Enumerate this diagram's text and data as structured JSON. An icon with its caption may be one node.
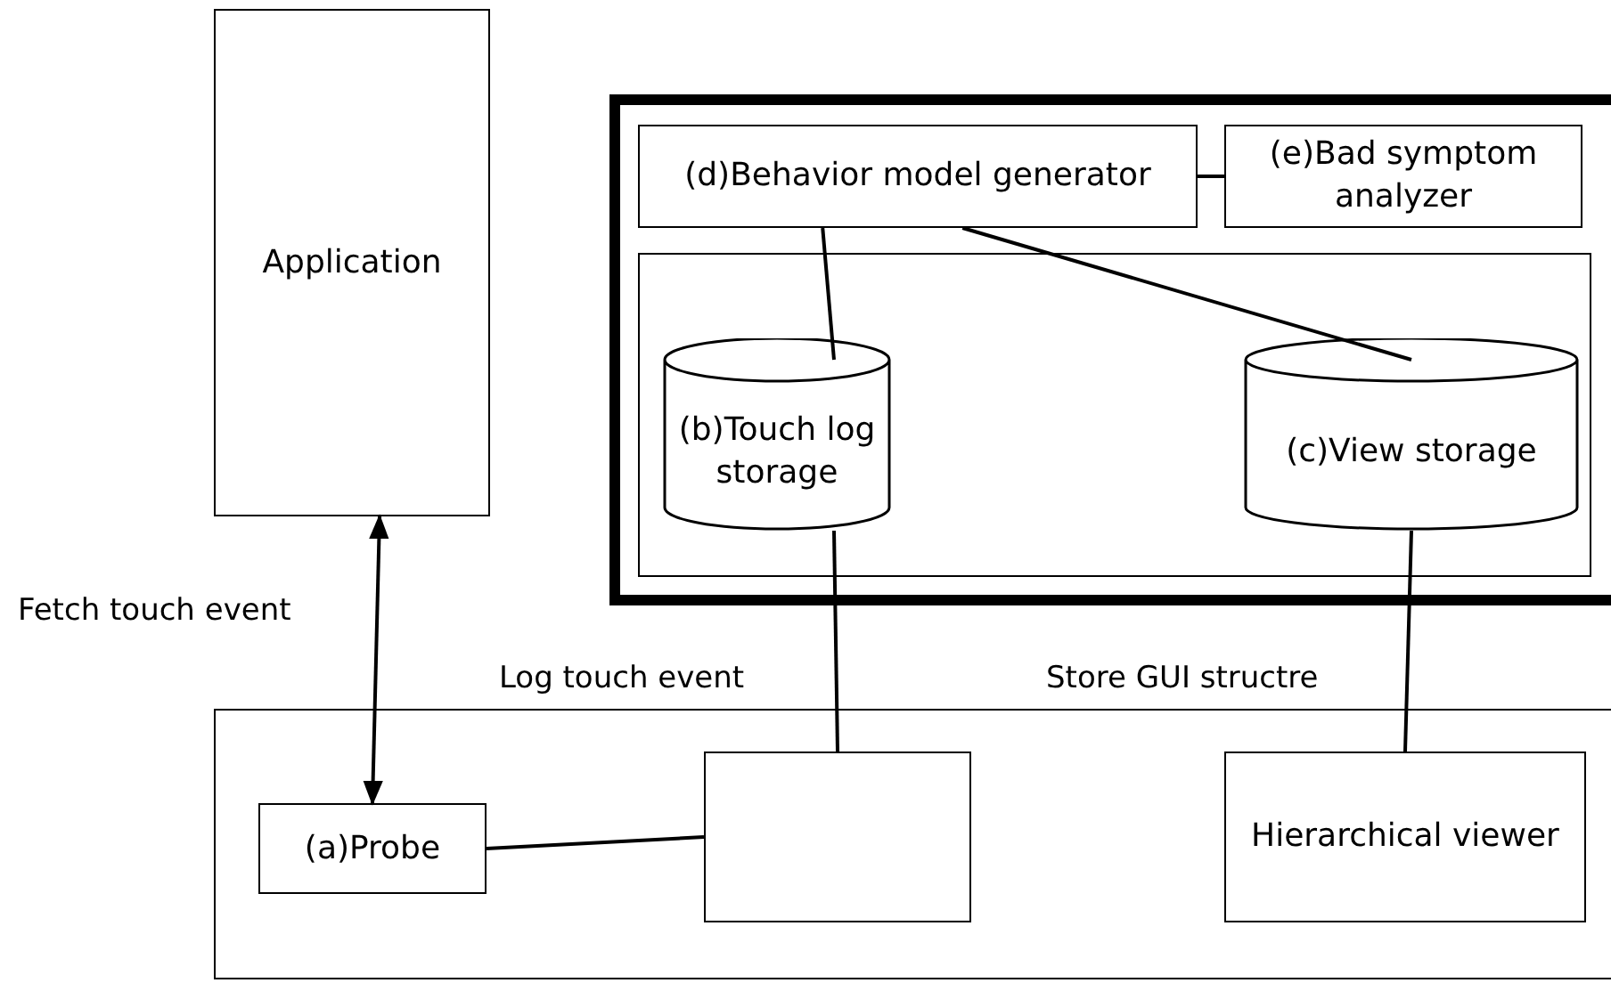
{
  "diagram": {
    "nodes": [
      {
        "text": [
          "Application"
        ]
      },
      {
        "text": [],
        "shape": "box"
      },
      {
        "text": [
          "(d)Behavior model generator"
        ],
        "in": 1
      },
      {
        "text": [
          "(e)Bad symptom analyzer"
        ],
        "in": 1
      },
      {
        "text": [],
        "shape": "box",
        "in": 1
      },
      {
        "text": [
          "(b)Touch log storage"
        ],
        "in": 4
      },
      {
        "text": [
          "(c)View storage"
        ],
        "in": 4
      },
      {
        "text": [],
        "shape": "box"
      },
      {
        "text": [
          "(a)Probe"
        ],
        "in": 7
      },
      {
        "text": [],
        "shape": "box",
        "in": 7
      },
      {
        "text": [
          "Hierarchical viewer"
        ],
        "in": 7
      }
    ],
    "edges": [
      {
        "from": 0,
        "to": 8,
        "arrow": "both"
      },
      {
        "from": 2,
        "to": 3,
        "arrow": "none"
      },
      {
        "from": 2,
        "to": 5,
        "arrow": "none"
      },
      {
        "from": 2,
        "to": 6,
        "arrow": "none"
      },
      {
        "from": 5,
        "to": 9,
        "arrow": "none"
      },
      {
        "from": 6,
        "to": 10,
        "arrow": "none"
      },
      {
        "from": 8,
        "to": 9,
        "arrow": "none"
      }
    ],
    "labels": [
      "Fetch touch event",
      "Log touch event",
      "Store GUI structre"
    ]
  }
}
